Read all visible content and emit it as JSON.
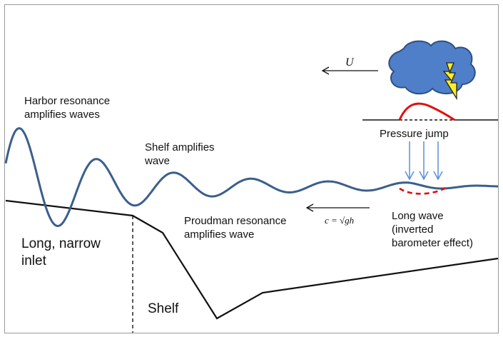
{
  "labels": {
    "harbor": "Harbor resonance\namplifies waves",
    "shelf_amp": "Shelf amplifies\nwave",
    "proudman": "Proudman resonance\namplifies wave",
    "long_wave": "Long wave\n(inverted\nbarometer effect)",
    "inlet": "Long, narrow\ninlet",
    "shelf": "Shelf",
    "pressure_jump": "Pressure jump",
    "u": "U",
    "c": "c = √gh"
  },
  "colors": {
    "wave": "#3a5f8c",
    "cloud_fill": "#4f7fc9",
    "cloud_stroke": "#2f4f7f",
    "lightning": "#ffee22",
    "pressure_curve": "#e01010",
    "arrow_blue": "#5b8fd9",
    "border": "#999999"
  },
  "icons": {
    "cloud": "storm-cloud-icon",
    "lightning": "lightning-bolt-icon"
  }
}
